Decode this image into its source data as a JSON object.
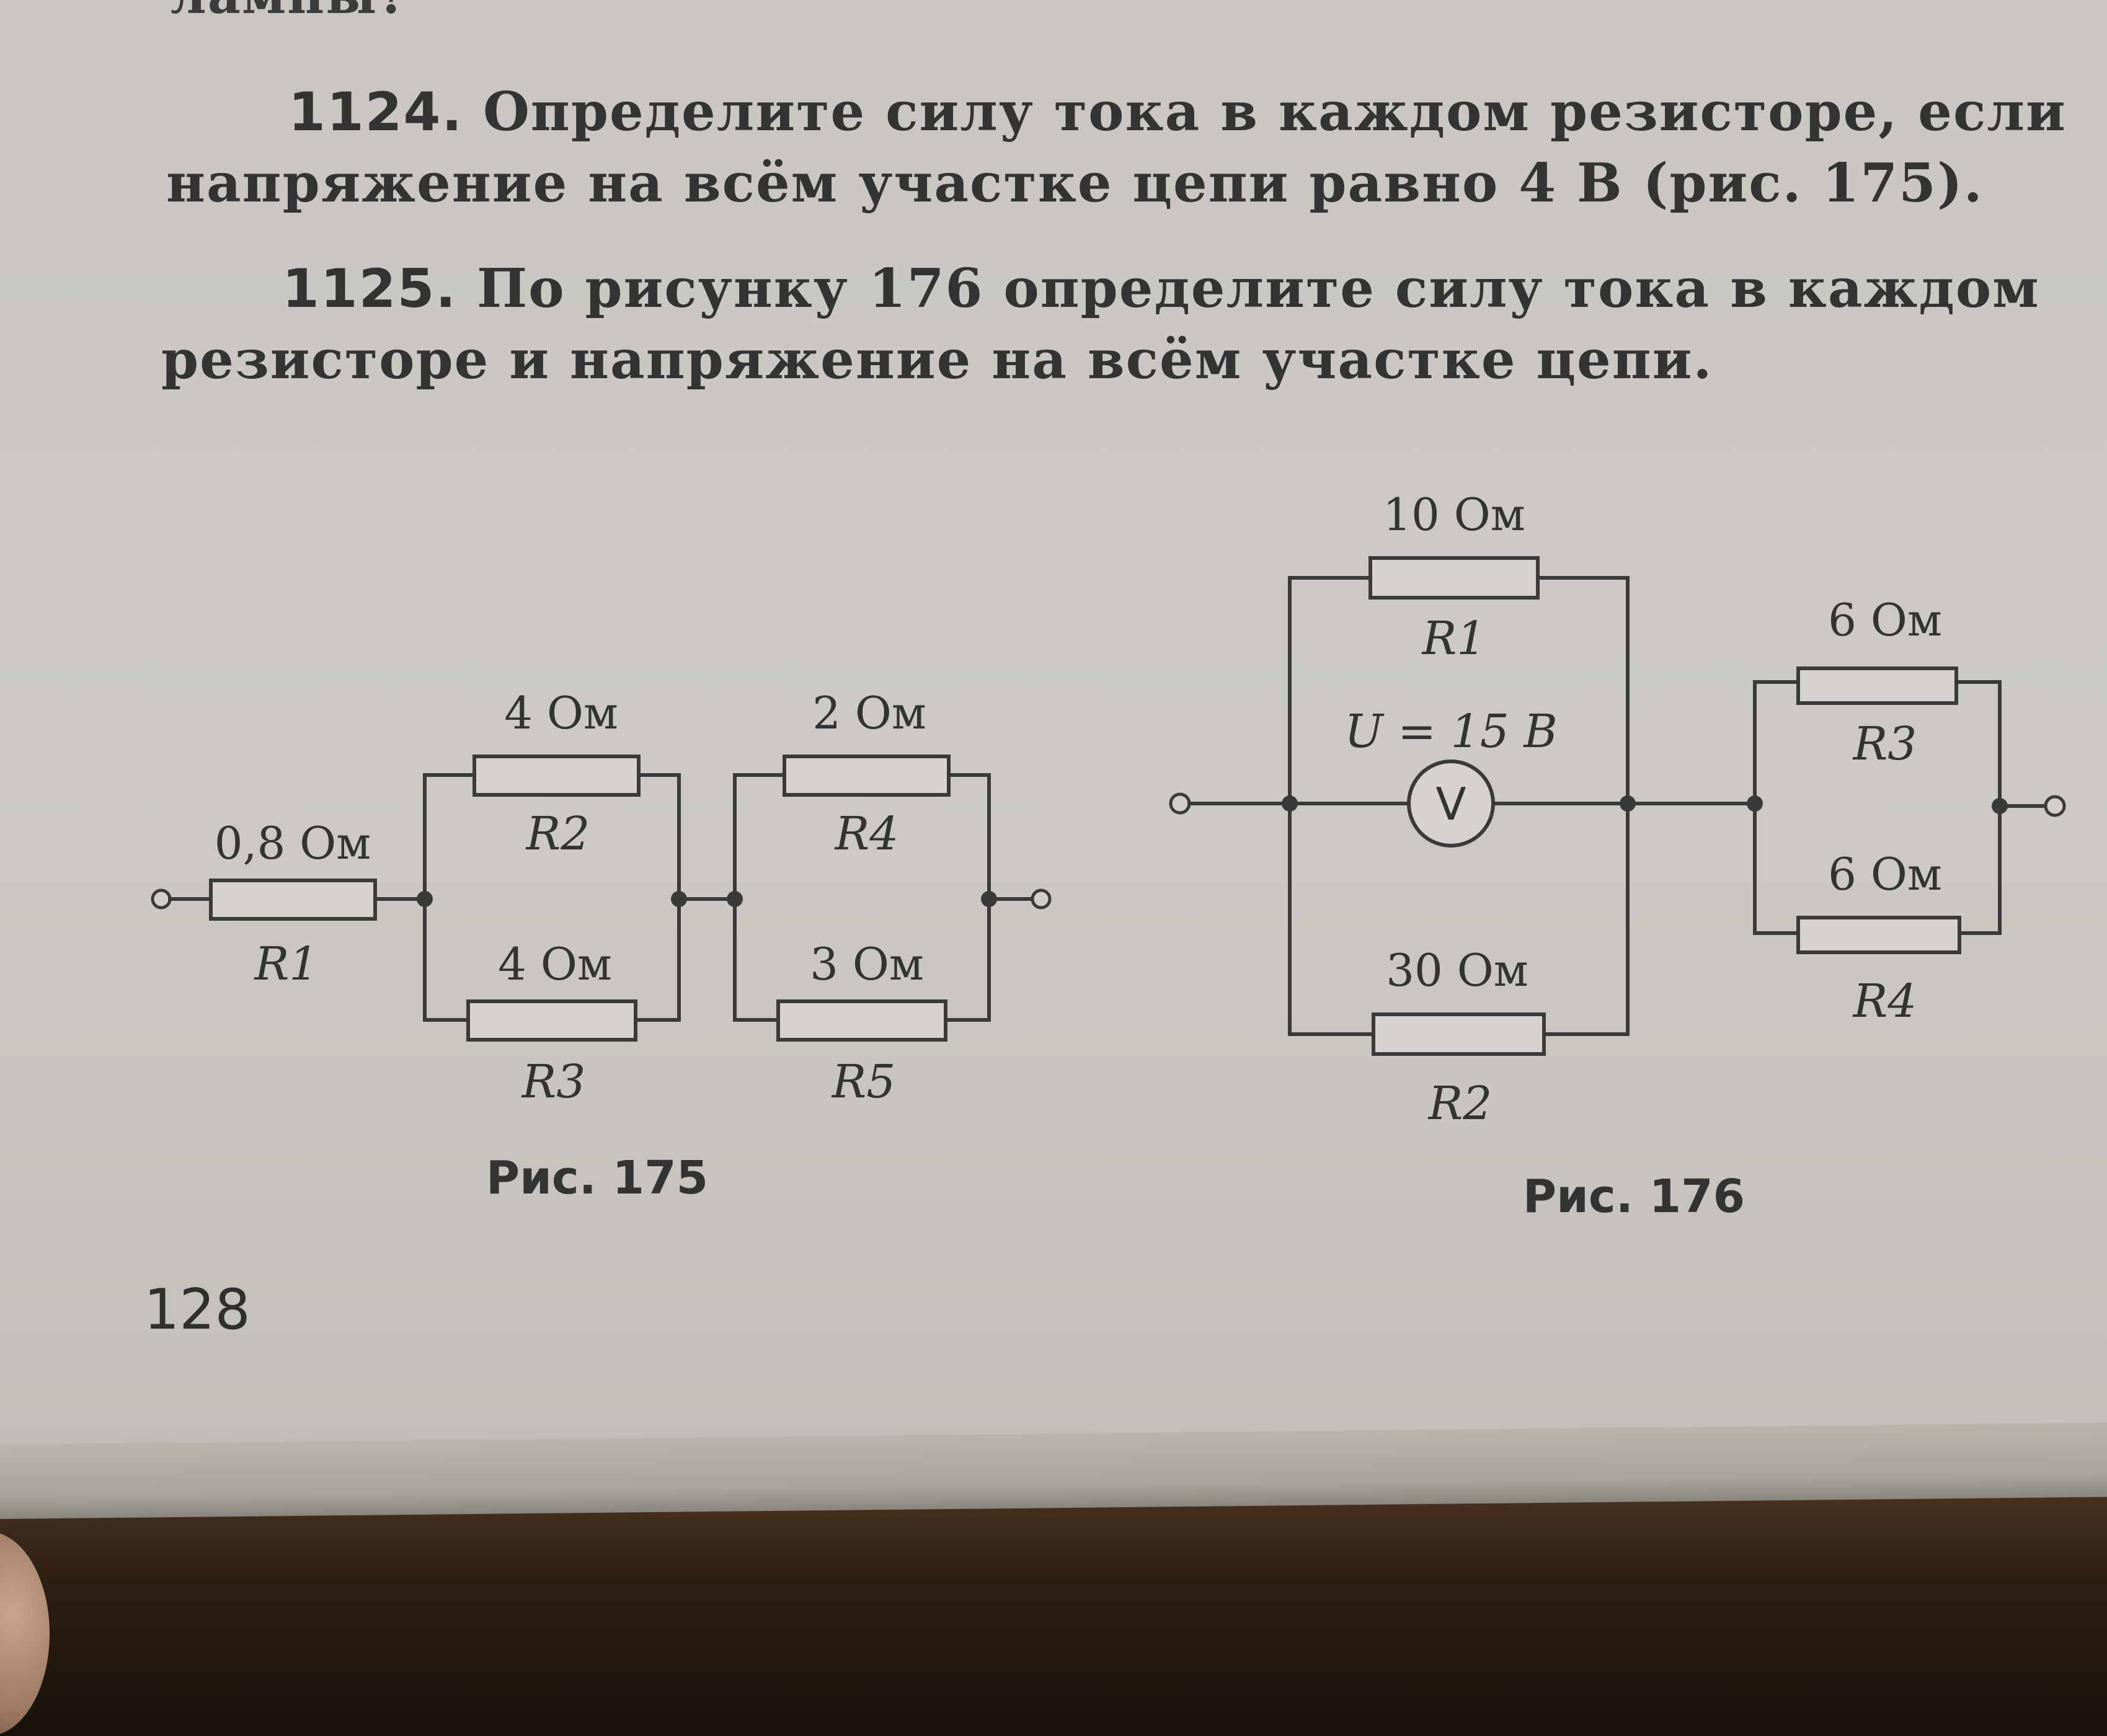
{
  "header_fragment": "лампы?",
  "problem_1124": {
    "number": "1124.",
    "line1": "Определите силу тока в каждом резисторе, если",
    "line2": "напряжение на всём участке цепи равно 4 В (рис. 175)."
  },
  "problem_1125": {
    "number": "1125.",
    "line1": "По рисунку 176 определите силу тока в каждом",
    "line2": "резисторе и напряжение на всём участке цепи."
  },
  "fig175": {
    "caption": "Рис. 175",
    "resistors": [
      {
        "name": "R1",
        "value": "0,8 Ом"
      },
      {
        "name": "R2",
        "value": "4 Ом"
      },
      {
        "name": "R3",
        "value": "4 Ом"
      },
      {
        "name": "R4",
        "value": "2 Ом"
      },
      {
        "name": "R5",
        "value": "3 Ом"
      }
    ]
  },
  "fig176": {
    "caption": "Рис. 176",
    "voltage_label": "U = 15 В",
    "voltmeter_symbol": "V",
    "resistors": [
      {
        "name": "R1",
        "value": "10 Ом"
      },
      {
        "name": "R2",
        "value": "30 Ом"
      },
      {
        "name": "R3",
        "value": "6 Ом"
      },
      {
        "name": "R4",
        "value": "6 Ом"
      }
    ]
  },
  "page_number": "128"
}
